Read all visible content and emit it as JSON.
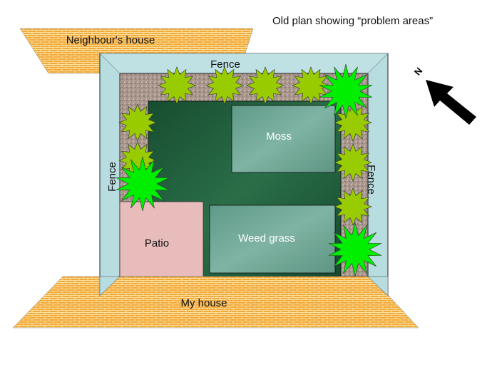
{
  "title": "Old plan showing “problem areas”",
  "labels": {
    "neighbours_house": "Neighbour's house",
    "my_house": "My house",
    "fence_top": "Fence",
    "fence_left": "Fence",
    "fence_right": "Fence",
    "moss": "Moss",
    "patio": "Patio",
    "weed_grass": "Weed grass",
    "north": "N"
  },
  "colors": {
    "brick": "#f2a93b",
    "brick_line": "#fbe1a0",
    "fence": "#b8dde0",
    "gravel": "#a8958c",
    "lawn": "#1e5a3a",
    "moss": "#6fa594",
    "patio": "#e9bcbc",
    "shrub": "#99cc00",
    "problem_shrub": "#00ee00"
  }
}
